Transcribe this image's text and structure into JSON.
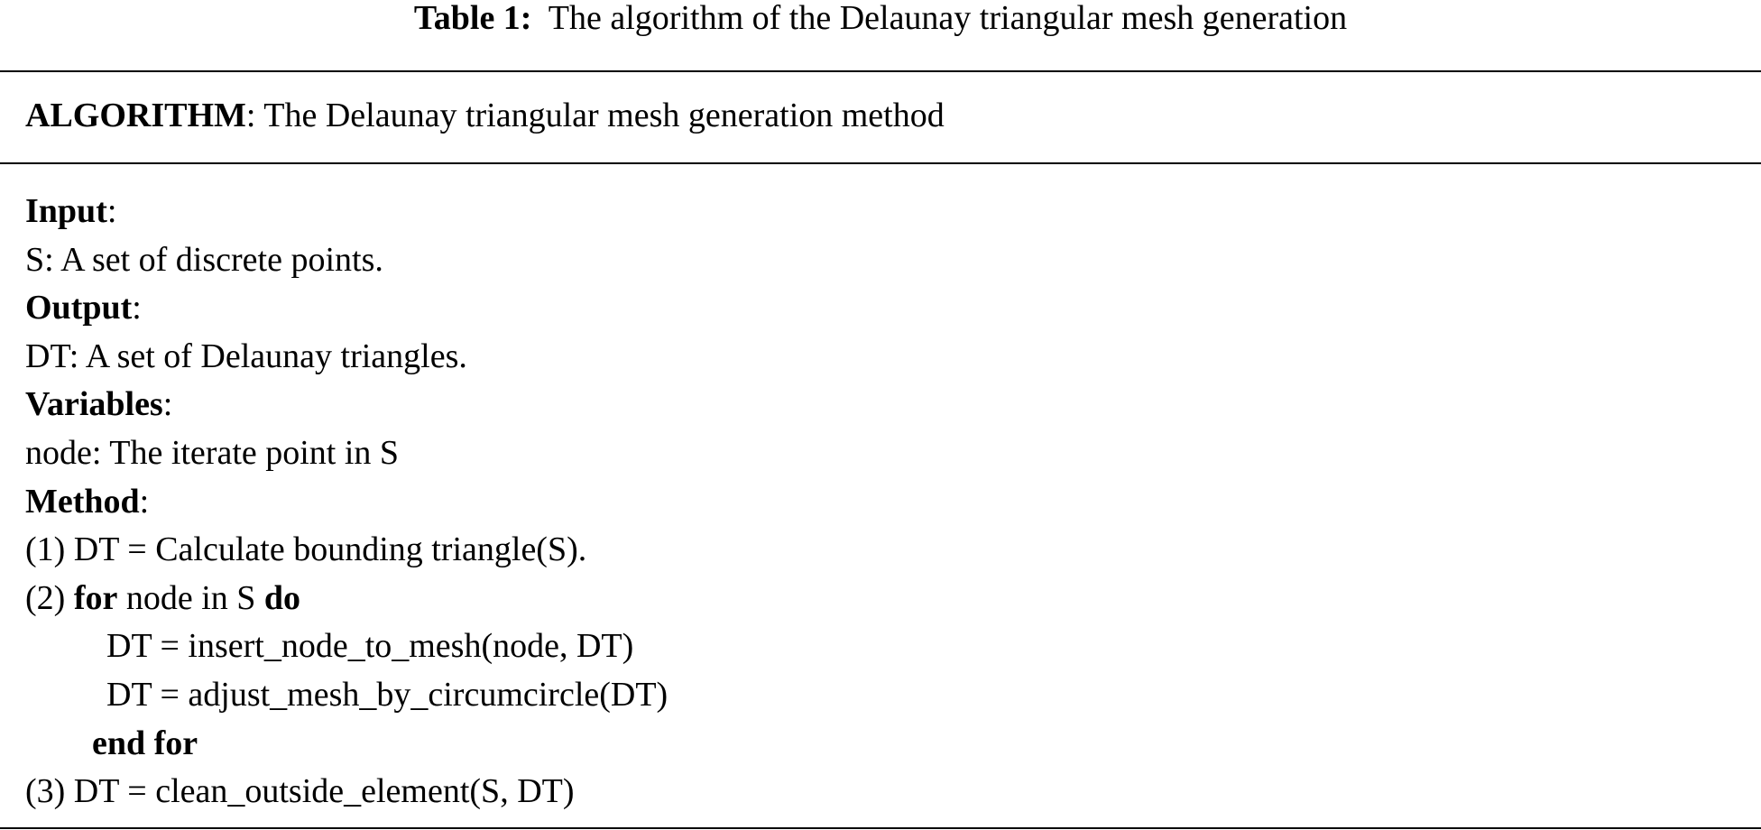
{
  "caption": {
    "label": "Table 1:",
    "text": "The algorithm of the Delaunay triangular mesh generation"
  },
  "header": {
    "keyword": "ALGORITHM",
    "text": ": The Delaunay triangular mesh generation method"
  },
  "sections": {
    "input": {
      "heading": "Input",
      "heading_suffix": ":",
      "text": "S: A set of discrete points."
    },
    "output": {
      "heading": "Output",
      "heading_suffix": ":",
      "text": "DT: A set of Delaunay triangles."
    },
    "variables": {
      "heading": "Variables",
      "heading_suffix": ":",
      "text": "node: The iterate point in S"
    },
    "method": {
      "heading": "Method",
      "heading_suffix": ":"
    }
  },
  "steps": {
    "step1": "(1) DT = Calculate bounding triangle(S).",
    "step2_prefix": "(2) ",
    "step2_for": "for",
    "step2_middle": " node in S ",
    "step2_do": "do",
    "loop_line1": "DT = insert_node_to_mesh(node, DT)",
    "loop_line2": "DT = adjust_mesh_by_circumcircle(DT)",
    "end_for": "end for",
    "step3": "(3) DT = clean_outside_element(S, DT)"
  }
}
